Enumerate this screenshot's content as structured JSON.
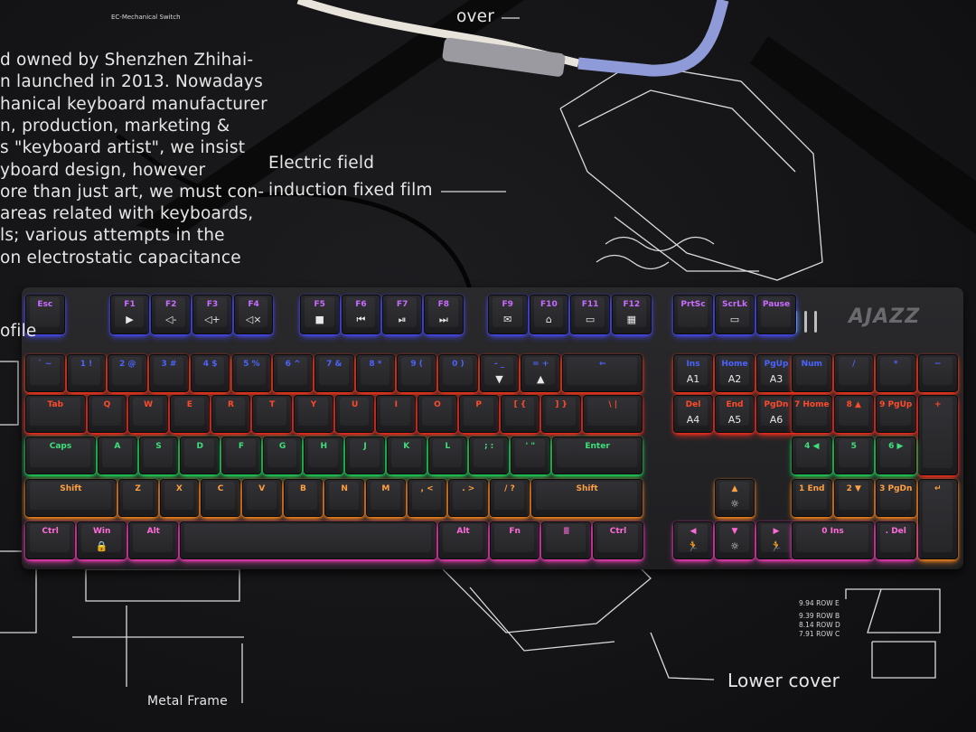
{
  "mat": {
    "switch_caption": "EC-Mechanical Switch",
    "top_label": "over",
    "paragraph": [
      "d owned by Shenzhen Zhihai-",
      "n launched in 2013. Nowadays",
      "hanical keyboard manufacturer",
      "n, production, marketing &",
      "s \"keyboard artist\", we insist",
      "yboard design, however",
      "ore than just art, we must con-",
      " areas related with keyboards,",
      "ls; various attempts in the",
      "on electrostatic capacitance"
    ],
    "profile_label": "ofile",
    "electric_label_1": "Electric field",
    "electric_label_2": "induction fixed film",
    "lower_cover": "Lower cover",
    "metal_frame": "Metal Frame",
    "row_labels": [
      "9.94 ROW E",
      "9.39 ROW B",
      "8.14 ROW D",
      "7.91 ROW C"
    ]
  },
  "keyboard": {
    "brand": "AJAZZ",
    "colors": {
      "fn": {
        "text": "#c86cff",
        "glow": "#4a4cff"
      },
      "r1": {
        "text": "#4a63ff",
        "glow": "#ff3b1e"
      },
      "r2": {
        "text": "#ff4a2a",
        "glow": "#ff3020"
      },
      "r3": {
        "text": "#3de07a",
        "glow": "#22e060"
      },
      "r4": {
        "text": "#ffa040",
        "glow": "#ff8a20"
      },
      "r5": {
        "text": "#ff6ad8",
        "glow": "#ff40c0"
      }
    },
    "fn_row": [
      [
        "Esc",
        ""
      ],
      [
        "F1",
        "▶"
      ],
      [
        "F2",
        "◁-"
      ],
      [
        "F3",
        "◁+"
      ],
      [
        "F4",
        "◁×"
      ],
      [
        "F5",
        "■"
      ],
      [
        "F6",
        "⏮"
      ],
      [
        "F7",
        "⏯"
      ],
      [
        "F8",
        "⏭"
      ],
      [
        "F9",
        "✉"
      ],
      [
        "F10",
        "⌂"
      ],
      [
        "F11",
        "▭"
      ],
      [
        "F12",
        "▦"
      ]
    ],
    "main": [
      [
        [
          "` ~",
          ""
        ],
        [
          "1 !",
          ""
        ],
        [
          "2 @",
          ""
        ],
        [
          "3 #",
          ""
        ],
        [
          "4 $",
          ""
        ],
        [
          "5 %",
          ""
        ],
        [
          "6 ^",
          ""
        ],
        [
          "7 &",
          ""
        ],
        [
          "8 *",
          ""
        ],
        [
          "9 (",
          ""
        ],
        [
          "0 )",
          ""
        ],
        [
          "- _",
          "▼"
        ],
        [
          "= +",
          "▲"
        ],
        [
          "←",
          ""
        ]
      ],
      [
        [
          "Tab",
          ""
        ],
        [
          "Q",
          ""
        ],
        [
          "W",
          ""
        ],
        [
          "E",
          ""
        ],
        [
          "R",
          ""
        ],
        [
          "T",
          ""
        ],
        [
          "Y",
          ""
        ],
        [
          "U",
          ""
        ],
        [
          "I",
          ""
        ],
        [
          "O",
          ""
        ],
        [
          "P",
          ""
        ],
        [
          "[ {",
          ""
        ],
        [
          "] }",
          ""
        ],
        [
          "\\ |",
          ""
        ]
      ],
      [
        [
          "Caps",
          ""
        ],
        [
          "A",
          ""
        ],
        [
          "S",
          ""
        ],
        [
          "D",
          ""
        ],
        [
          "F",
          ""
        ],
        [
          "G",
          ""
        ],
        [
          "H",
          ""
        ],
        [
          "J",
          ""
        ],
        [
          "K",
          ""
        ],
        [
          "L",
          ""
        ],
        [
          "; :",
          ""
        ],
        [
          "' \"",
          ""
        ],
        [
          "Enter",
          ""
        ]
      ],
      [
        [
          "Shift",
          ""
        ],
        [
          "Z",
          ""
        ],
        [
          "X",
          ""
        ],
        [
          "C",
          ""
        ],
        [
          "V",
          ""
        ],
        [
          "B",
          ""
        ],
        [
          "N",
          ""
        ],
        [
          "M",
          ""
        ],
        [
          ", <",
          ""
        ],
        [
          ". >",
          ""
        ],
        [
          "/ ?",
          ""
        ],
        [
          "Shift",
          ""
        ]
      ],
      [
        [
          "Ctrl",
          ""
        ],
        [
          "Win",
          "🔒"
        ],
        [
          "Alt",
          ""
        ],
        [
          "",
          ""
        ],
        [
          "Alt",
          ""
        ],
        [
          "Fn",
          ""
        ],
        [
          "≣",
          ""
        ],
        [
          "Ctrl",
          ""
        ]
      ]
    ],
    "nav": [
      [
        [
          "PrtSc",
          ""
        ],
        [
          "ScrLk",
          "▭"
        ],
        [
          "Pause",
          ""
        ]
      ],
      [
        [
          "Ins",
          "A1"
        ],
        [
          "Home",
          "A2"
        ],
        [
          "PgUp",
          "A3"
        ]
      ],
      [
        [
          "Del",
          "A4"
        ],
        [
          "End",
          "A5"
        ],
        [
          "PgDn",
          "A6"
        ]
      ],
      [
        [
          "▲",
          "☼"
        ]
      ],
      [
        [
          "◀",
          "🏃"
        ],
        [
          "▼",
          "☼"
        ],
        [
          "▶",
          "🏃"
        ]
      ]
    ],
    "numpad": [
      [
        [
          "Num",
          ""
        ],
        [
          "/",
          ""
        ],
        [
          "*",
          ""
        ],
        [
          "−",
          ""
        ]
      ],
      [
        [
          "7 Home",
          ""
        ],
        [
          "8 ▲",
          ""
        ],
        [
          "9 PgUp",
          ""
        ],
        [
          "+",
          ""
        ]
      ],
      [
        [
          "4 ◀",
          ""
        ],
        [
          "5",
          ""
        ],
        [
          "6 ▶",
          ""
        ]
      ],
      [
        [
          "1 End",
          ""
        ],
        [
          "2 ▼",
          ""
        ],
        [
          "3 PgDn",
          ""
        ],
        [
          "↵",
          ""
        ]
      ],
      [
        [
          "0 Ins",
          ""
        ],
        [
          ". Del",
          ""
        ]
      ]
    ]
  }
}
